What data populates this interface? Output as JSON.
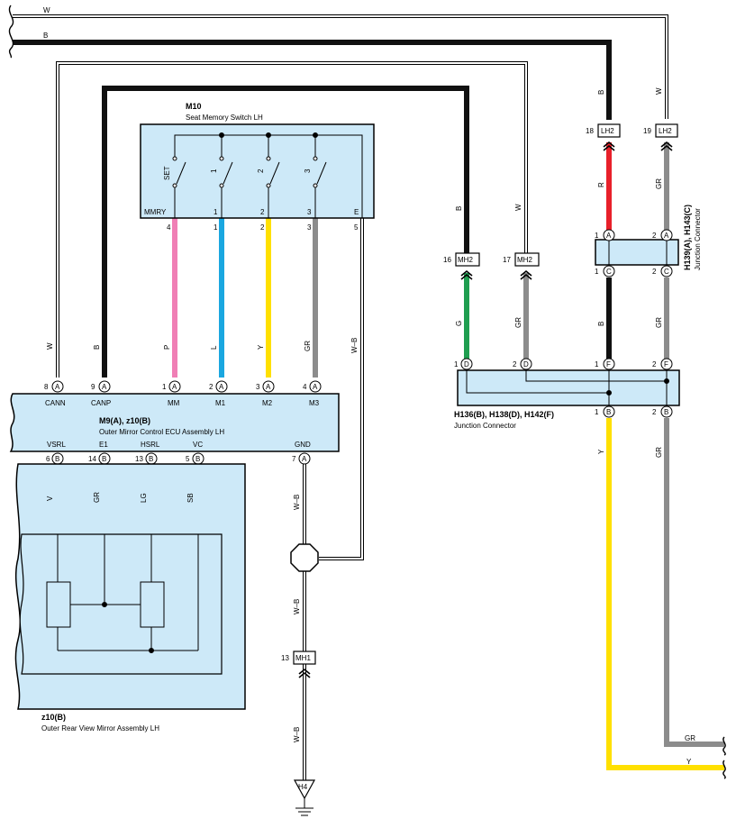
{
  "components": {
    "seat_switch": {
      "code": "M10",
      "name": "Seat Memory Switch LH",
      "switches": [
        "SET",
        "1",
        "2",
        "3"
      ],
      "terminals": [
        "MMRY",
        "1",
        "2",
        "3",
        "E"
      ],
      "pins": [
        "4",
        "1",
        "2",
        "3",
        "5"
      ]
    },
    "ecu": {
      "code": "M9(A), z10(B)",
      "name": "Outer Mirror Control ECU Assembly LH",
      "top_pins": [
        {
          "num": "8",
          "conn": "A",
          "label": "CANN"
        },
        {
          "num": "9",
          "conn": "A",
          "label": "CANP"
        },
        {
          "num": "1",
          "conn": "A",
          "label": "MM"
        },
        {
          "num": "2",
          "conn": "A",
          "label": "M1"
        },
        {
          "num": "3",
          "conn": "A",
          "label": "M2"
        },
        {
          "num": "4",
          "conn": "A",
          "label": "M3"
        }
      ],
      "bottom_pins": [
        {
          "num": "6",
          "conn": "B",
          "label": "VSRL"
        },
        {
          "num": "14",
          "conn": "B",
          "label": "E1"
        },
        {
          "num": "13",
          "conn": "B",
          "label": "HSRL"
        },
        {
          "num": "5",
          "conn": "B",
          "label": "VC"
        },
        {
          "num": "7",
          "conn": "A",
          "label": "GND"
        }
      ]
    },
    "mirror": {
      "code": "z10(B)",
      "name": "Outer Rear View Mirror Assembly LH"
    },
    "junction1": {
      "code": "H136(B), H138(D), H142(F)",
      "name": "Junction Connector",
      "top_pins": [
        {
          "num": "1",
          "conn": "D"
        },
        {
          "num": "2",
          "conn": "D"
        },
        {
          "num": "1",
          "conn": "F"
        },
        {
          "num": "2",
          "conn": "F"
        }
      ],
      "bottom_pins": [
        {
          "num": "1",
          "conn": "B"
        },
        {
          "num": "2",
          "conn": "B"
        }
      ]
    },
    "junction2": {
      "code": "H139(A), H143(C)",
      "name": "Junction Connector",
      "pins": [
        {
          "num": "1",
          "conn": "A"
        },
        {
          "num": "2",
          "conn": "A"
        },
        {
          "num": "1",
          "conn": "C"
        },
        {
          "num": "2",
          "conn": "C"
        }
      ]
    }
  },
  "connectors": [
    {
      "pin": "18",
      "name": "LH2"
    },
    {
      "pin": "19",
      "name": "LH2"
    },
    {
      "pin": "16",
      "name": "MH2"
    },
    {
      "pin": "17",
      "name": "MH2"
    },
    {
      "pin": "13",
      "name": "MH1"
    }
  ],
  "ground": {
    "name": "H4"
  },
  "wire_colors": {
    "W": "#ffffff",
    "B": "#111111",
    "P": "#f07fb5",
    "L": "#1aa7e0",
    "Y": "#ffe000",
    "GR": "#8c8c8c",
    "G": "#1f9e50",
    "R": "#e8202a",
    "V": "#6a2a8a",
    "LG": "#7ccf92",
    "SB": "#8fd2f2",
    "W-B": "#ffffff"
  },
  "wires": {
    "bus_top_w": "W",
    "bus_top_b": "B",
    "lh2_18": "B",
    "lh2_19": "W",
    "lh2_18_lower": "R",
    "lh2_19_lower": "GR",
    "mh2_16": "B",
    "mh2_17": "W",
    "mh2_16_lower": "G",
    "mh2_17_lower": "GR",
    "j2_c1": "B",
    "j2_c2": "GR",
    "ecu_cann": "W",
    "ecu_canp": "B",
    "mmry": "P",
    "m1": "L",
    "m2": "Y",
    "m3": "GR",
    "e": "W–B",
    "vsrl": "V",
    "e1": "GR",
    "hsrl": "LG",
    "vc": "SB",
    "gnd_1": "W–B",
    "gnd_2": "W–B",
    "gnd_3": "W–B",
    "j1_b1": "Y",
    "j1_b2": "GR",
    "exit_gr": "GR",
    "exit_y": "Y"
  }
}
